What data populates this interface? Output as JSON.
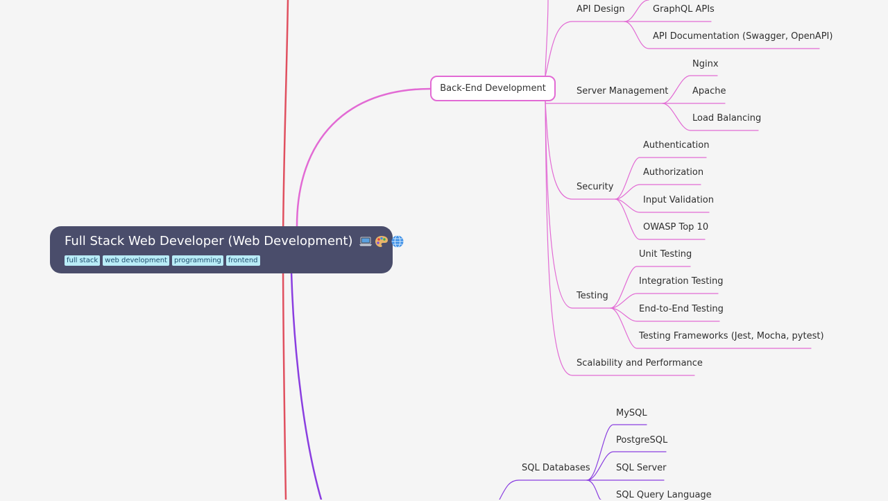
{
  "root": {
    "title": "Full Stack Web Developer (Web Development)",
    "tags": [
      "full stack",
      "web development",
      "programming",
      "frontend"
    ]
  },
  "colors": {
    "background": "#f5f5f5",
    "root_fill": "#4a4d6b",
    "tag_fill": "#b9ecf7",
    "pink": "#e26ad4",
    "purple": "#8a3ee0",
    "red": "#e0505f"
  },
  "backend": {
    "title": "Back-End Development",
    "api_design": "API Design",
    "graphql": "GraphQL APIs",
    "api_docs": "API Documentation (Swagger, OpenAPI)",
    "server_mgmt": "Server Management",
    "nginx": "Nginx",
    "apache": "Apache",
    "load_balancing": "Load Balancing",
    "security": "Security",
    "authentication": "Authentication",
    "authorization": "Authorization",
    "input_validation": "Input Validation",
    "owasp": "OWASP Top 10",
    "testing": "Testing",
    "unit_testing": "Unit Testing",
    "integration_testing": "Integration Testing",
    "e2e_testing": "End-to-End Testing",
    "testing_frameworks": "Testing Frameworks (Jest, Mocha, pytest)",
    "scalability": "Scalability and Performance"
  },
  "databases": {
    "sql": "SQL Databases",
    "mysql": "MySQL",
    "postgresql": "PostgreSQL",
    "sql_server": "SQL Server",
    "sql_query": "SQL Query Language"
  }
}
